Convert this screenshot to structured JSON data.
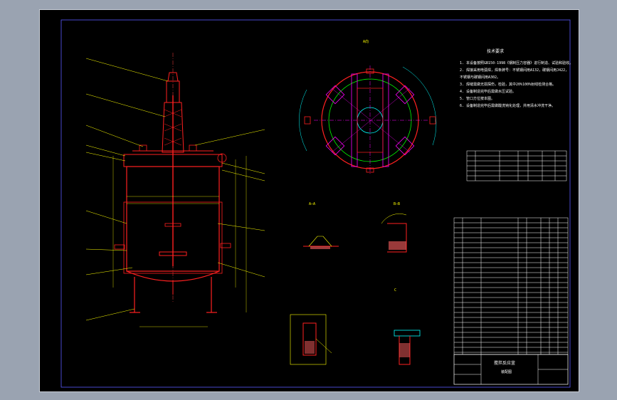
{
  "views": {
    "section_a_label": "A—A",
    "section_b_label": "B—B",
    "section_c_label": "C",
    "top_view_label": "A向"
  },
  "tech_requirements": {
    "title": "技术要求",
    "items": [
      "1. 本设备按照GB150-1998《钢制压力容器》进行制造、试验和验收。",
      "2. 焊接采用电弧焊，焊条牌号：不锈钢间用A132，碳钢间用J422，",
      "   不锈钢与碳钢间用A302。",
      "3. 焊缝需做无损探伤，检验，其中20%100%射线检测合格。",
      "4. 设备制造完毕后需做水压试验。",
      "5. 管口方位按本图。",
      "6. 设备制造完毕后需做酸洗钝化处理，并用清水冲洗干净。"
    ]
  },
  "title_block": {
    "name": "搅拌反应釜",
    "sub": "装配图"
  },
  "colors": {
    "background": "#000000",
    "outline": "#ff2020",
    "dimension": "#ffff00",
    "border": "#ffffff",
    "center": "#ff00ff",
    "cyan": "#00ffff",
    "green": "#00ff00"
  }
}
